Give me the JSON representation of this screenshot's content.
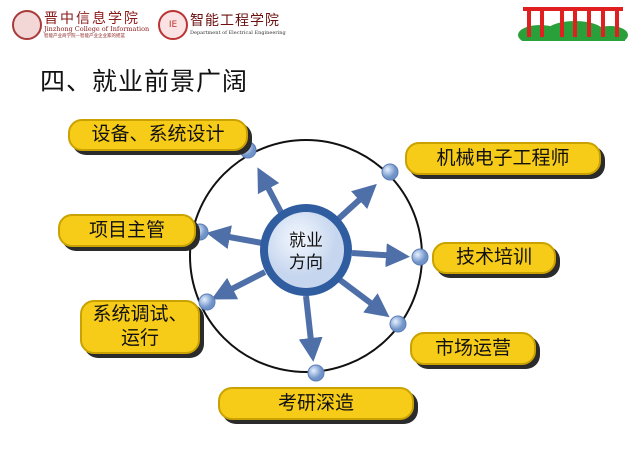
{
  "header": {
    "college_name_cn": "晋中信息学院",
    "college_name_en": "Jinzhong College of Information",
    "college_slogan": "智能产业商学院—智能产业企业家的摇篮",
    "dept_name_cn": "智能工程学院",
    "dept_name_en": "Department of Electrical Engineering",
    "dept_seal_text": "IE"
  },
  "title": "四、就业前景广阔",
  "hub": {
    "line1": "就业",
    "line2": "方向"
  },
  "directions": [
    {
      "label": "设备、系统设计"
    },
    {
      "label": "机械电子工程师"
    },
    {
      "label": "项目主管"
    },
    {
      "label": "技术培训"
    },
    {
      "label": "系统调试、运行"
    },
    {
      "label": "市场运营"
    },
    {
      "label": "考研深造"
    }
  ],
  "colors": {
    "pill": "#f7cc18",
    "arrow": "#4f6fa8",
    "dot": "#8fb0dd",
    "hub": "#2f5da0"
  }
}
